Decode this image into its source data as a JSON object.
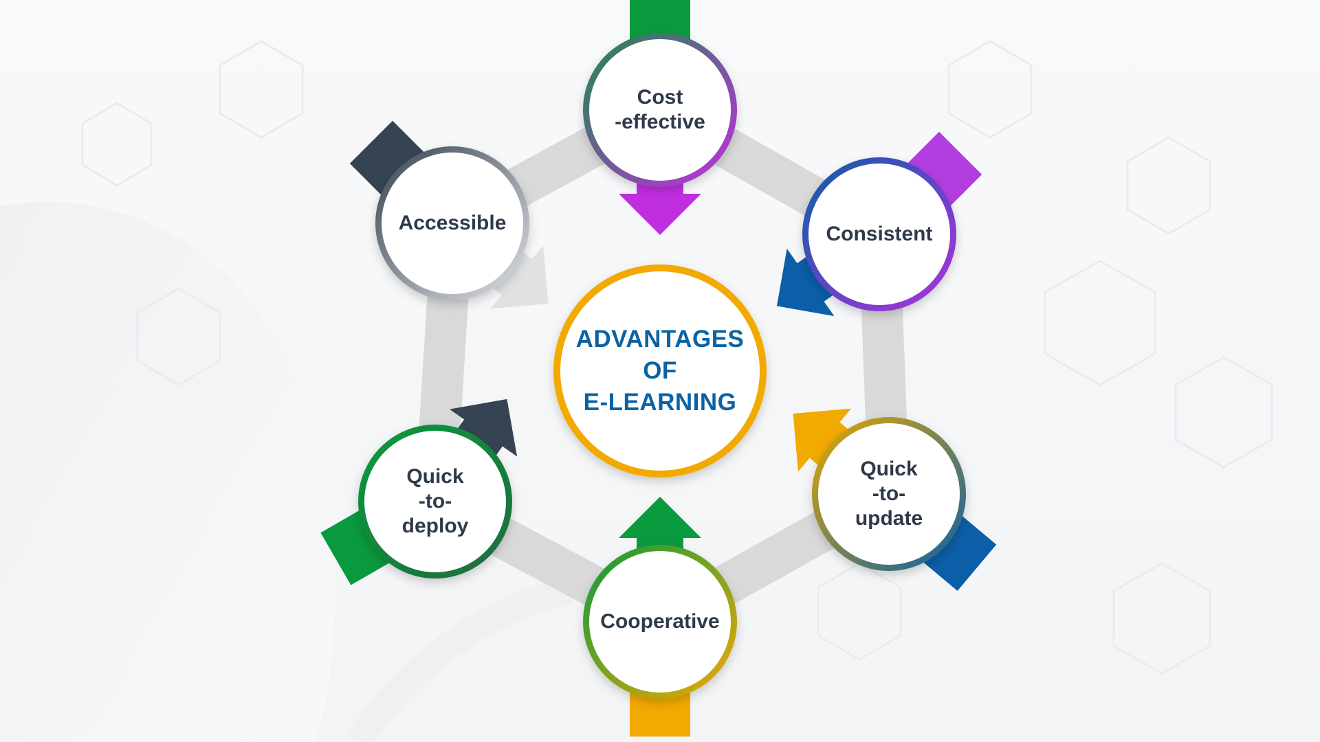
{
  "center": {
    "lines": [
      "ADVANTAGES",
      "OF",
      "E-LEARNING"
    ],
    "text_color": "#0b62a3",
    "ring_color": "#f2a900"
  },
  "nodes": [
    {
      "id": "cost-effective",
      "lines": [
        "Cost",
        "-effective"
      ],
      "colors": [
        "#1d8a4e",
        "#c12ee0"
      ],
      "arrow_color": "#c12ee0",
      "tab_color": "#0a9a3e"
    },
    {
      "id": "consistent",
      "lines": [
        "Consistent"
      ],
      "colors": [
        "#0b5ea8",
        "#b02fe0"
      ],
      "arrow_color": "#0b5ea8",
      "tab_color": "#b33de0"
    },
    {
      "id": "quick-to-update",
      "lines": [
        "Quick",
        "-to-",
        "update"
      ],
      "colors": [
        "#e6a800",
        "#0b5ea8"
      ],
      "arrow_color": "#f2a900",
      "tab_color": "#0b5ea8"
    },
    {
      "id": "cooperative",
      "lines": [
        "Cooperative"
      ],
      "colors": [
        "#0a9a3e",
        "#f2a900"
      ],
      "arrow_color": "#0a9a3e",
      "tab_color": "#f2a900"
    },
    {
      "id": "quick-to-deploy",
      "lines": [
        "Quick",
        "-to-",
        "deploy"
      ],
      "colors": [
        "#0a9a3e",
        "#1f6b3c"
      ],
      "arrow_color": "#364352",
      "tab_color": "#0a9a3e"
    },
    {
      "id": "accessible",
      "lines": [
        "Accessible"
      ],
      "colors": [
        "#364352",
        "#e2e4e7"
      ],
      "arrow_color": "#e0e1e3",
      "tab_color": "#364352"
    }
  ],
  "connector_color": "#d9d9d9",
  "label_color": "#2e3a49"
}
